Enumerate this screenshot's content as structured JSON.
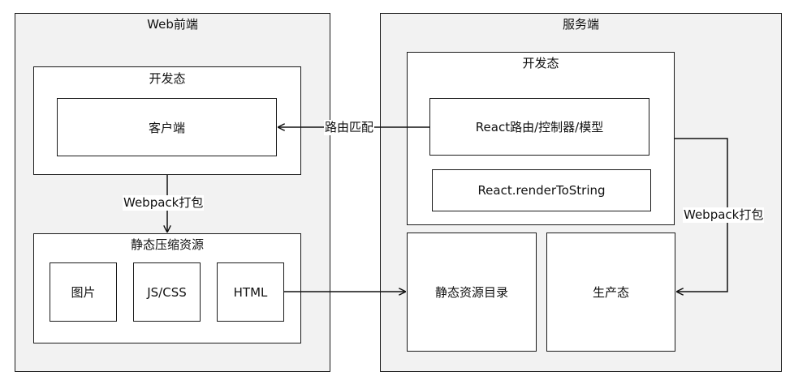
{
  "frontend": {
    "title": "Web前端",
    "dev": {
      "title": "开发态",
      "client": "客户端"
    },
    "static": {
      "title": "静态压缩资源",
      "images": "图片",
      "jscss": "JS/CSS",
      "html": "HTML"
    }
  },
  "server": {
    "title": "服务端",
    "dev": {
      "title": "开发态",
      "router": "React路由/控制器/模型",
      "render": "React.renderToString"
    },
    "static_dir": "静态资源目录",
    "production": "生产态"
  },
  "edges": {
    "route_match": "路由匹配",
    "webpack_front": "Webpack打包",
    "webpack_server": "Webpack打包"
  }
}
